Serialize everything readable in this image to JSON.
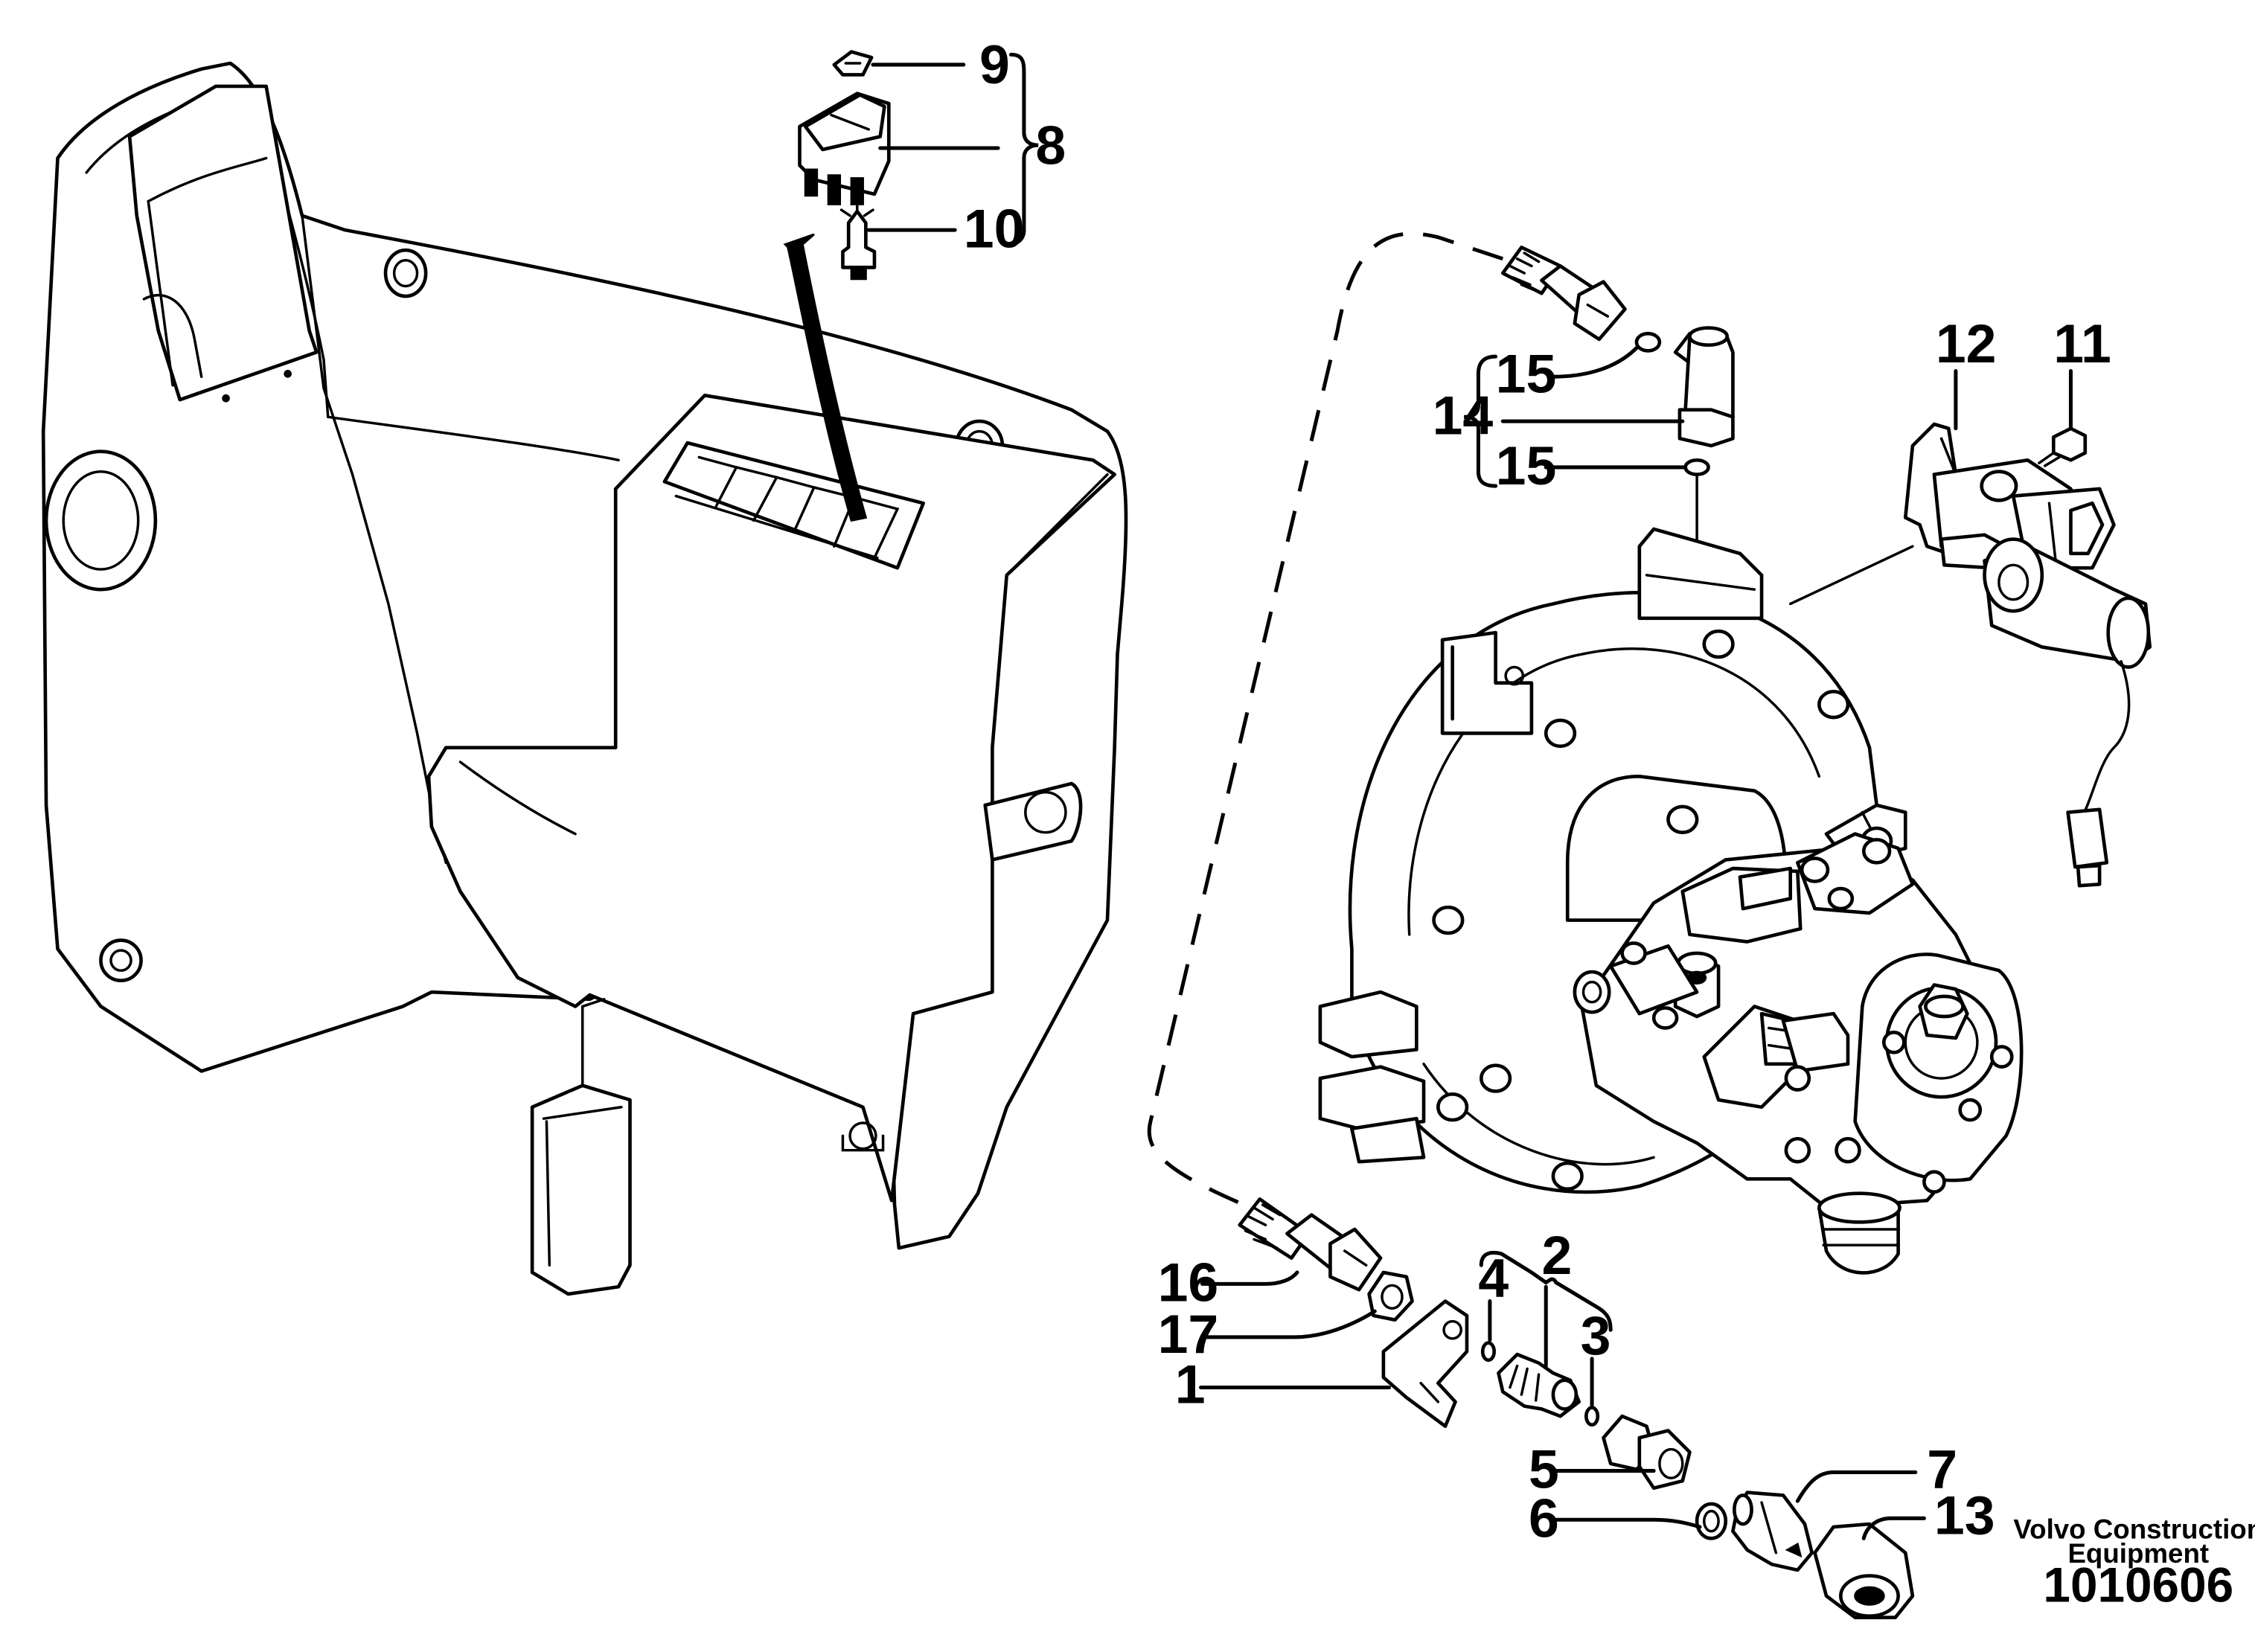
{
  "callouts": {
    "c1": "1",
    "c2": "2",
    "c3": "3",
    "c4": "4",
    "c5": "5",
    "c6": "6",
    "c7": "7",
    "c8": "8",
    "c9": "9",
    "c10": "10",
    "c11": "11",
    "c12": "12",
    "c13": "13",
    "c14": "14",
    "c15a": "15",
    "c15b": "15",
    "c16": "16",
    "c17": "17"
  },
  "footer": {
    "manufacturer_line1": "Volvo Construction",
    "manufacturer_line2": "Equipment",
    "document_number": "1010606"
  }
}
